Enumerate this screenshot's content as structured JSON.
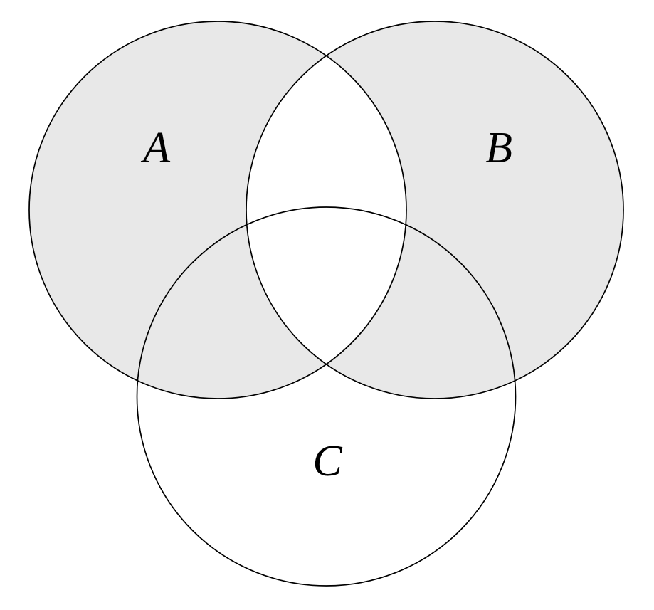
{
  "diagram": {
    "type": "venn",
    "set_count": 3,
    "labels": {
      "a": "A",
      "b": "B",
      "c": "C"
    },
    "shading": {
      "description": "symmetric difference of A and B",
      "shaded_regions": [
        "A only",
        "B only",
        "A and C only",
        "B and C only"
      ],
      "unshaded_regions": [
        "A and B only",
        "A and B and C",
        "C only",
        "outside all sets"
      ]
    },
    "colors": {
      "shaded_fill": "#e8e8e8",
      "stroke": "#000000",
      "background": "#ffffff"
    }
  }
}
